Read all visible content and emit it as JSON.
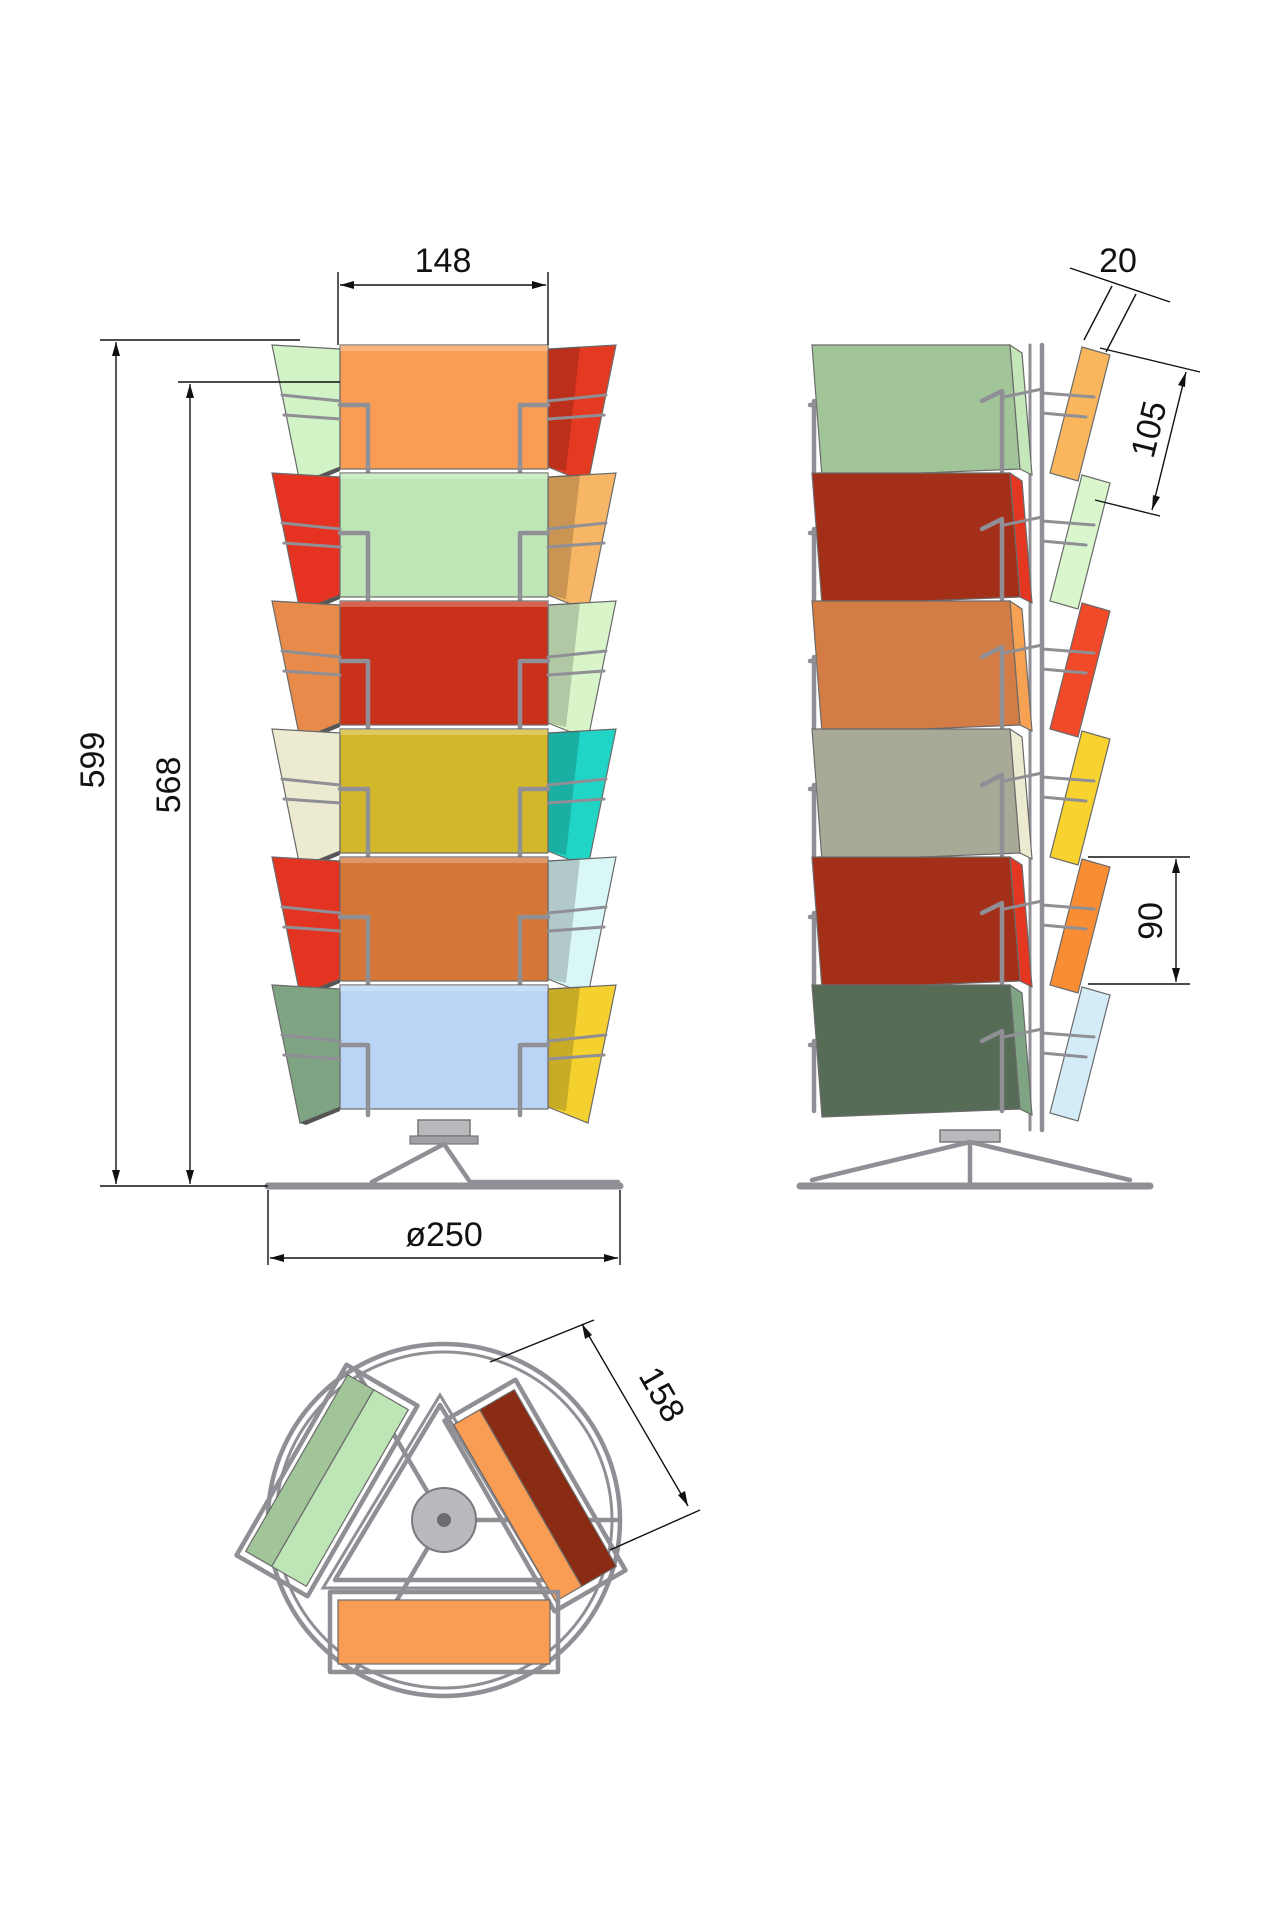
{
  "dimensions": {
    "width_front": "148",
    "total_height": "599",
    "pocket_height_total": "568",
    "base_diameter": "ø250",
    "depth": "20",
    "pocket_pitch": "105",
    "pocket_height": "90",
    "top_width": "158"
  },
  "colors": {
    "front_center": [
      "#f99d55",
      "#bde5b5",
      "#c9301a",
      "#d3b72b",
      "#d37636",
      "#b9d4f5"
    ],
    "front_left": [
      "#d2f3c6",
      "#e63220",
      "#e88a4a",
      "#ecebd2",
      "#e33422",
      "#7fa483"
    ],
    "front_right": [
      "#e53a22",
      "#f7b665",
      "#d9f4c8",
      "#21d5c6",
      "#d8f7f6",
      "#f5d12f"
    ],
    "side_boxes": [
      "#a1c499",
      "#a32f18",
      "#d47c45",
      "#a9a997",
      "#a32f18",
      "#566c57"
    ],
    "side_edges": [
      "#c3e7b8",
      "#e33722",
      "#f7a152",
      "#ecebd2",
      "#e33722",
      "#7fa483"
    ],
    "side_thin": [
      "#f9b65c",
      "#d9f6cc",
      "#f04a2a",
      "#f8d22f",
      "#f98d33",
      "#d3ecf8"
    ],
    "wire": "#8f8f95"
  }
}
